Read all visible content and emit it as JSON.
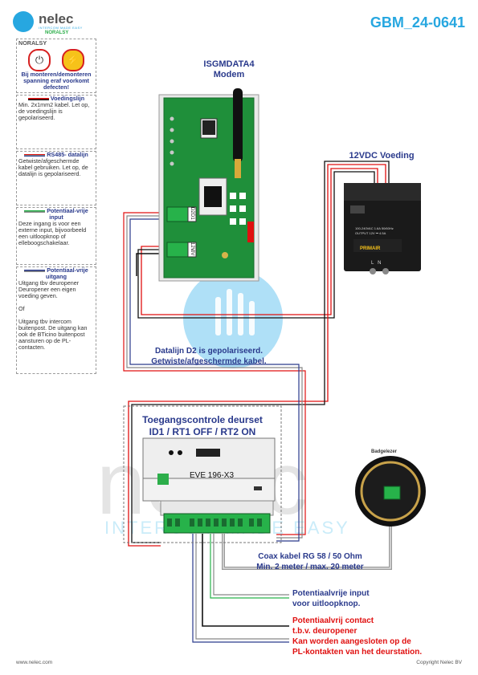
{
  "header": {
    "brand_name": "nelec",
    "brand_tagline": "INTERCOM MADE EASY",
    "brand_sub": "NORALSY",
    "doc_number": "GBM_24-0641"
  },
  "warning": {
    "title": "NORALSY",
    "text": "Bij monteren/demonteren spanning eraf voorkomt defecten!"
  },
  "legend": [
    {
      "heading": "Voedingslijn",
      "text": "Min. 2x1mm2 kabel. Let op, de voedingslijn is gepolariseerd."
    },
    {
      "heading": "RS485- datalijn",
      "text": "Getwiste/afgeschermde kabel gebruiken. Let op, de datalijn is gepolariseerd."
    },
    {
      "heading": "Potentiaal-vrije input",
      "text": "Deze ingang is voor een externe input, bijvoorbeeld een uitloopknop of elleboogschakelaar."
    },
    {
      "heading": "Potentiaal-vrije uitgang",
      "text": "Uitgang tbv deuropener Deuropener een eigen voeding geven.\n\nOf\n\nUitgang tbv intercom buitenpost. De uitgang kan ook de BTicino buitenpost aansturen op de PL-contacten."
    }
  ],
  "modem": {
    "title": "ISGMDATA4",
    "subtitle": "Modem",
    "terminal_top": [
      "D2",
      "D1"
    ],
    "terminal_bottom": [
      "12V",
      "0V"
    ]
  },
  "psu": {
    "title": "12VDC Voeding",
    "label_primair": "PRIMAIR",
    "spec_line1": "100-240VAC  1.6A  50/60Hz",
    "spec_line2": "OUTPUT       12V ⎓ 4.5A",
    "terminals": "L   N"
  },
  "dataline_note": {
    "line1": "Datalijn D2 is gepolariseerd.",
    "line2": "Getwiste/afgeschermde kabel."
  },
  "controller": {
    "title_line1": "Toegangscontrole deurset",
    "title_line2": "ID1 / RT1 OFF / RT2 ON",
    "model": "EVE 196-X3"
  },
  "reader": {
    "label": "Badgelezer"
  },
  "coax_note": {
    "line1": "Coax kabel RG 58  /  50 Ohm",
    "line2": "Min. 2 meter / max. 20 meter"
  },
  "input_note": {
    "line1": "Potentiaalvrije input",
    "line2": "voor uitloopknop."
  },
  "contact_note": {
    "line1": "Potentiaalvrij contact",
    "line2": "t.b.v. deuropener",
    "line3": "Kan worden aangesloten  op de",
    "line4": "PL-kontakten van het deurstation."
  },
  "footer": {
    "left": "www.nelec.com",
    "right": "Copyright Nelec BV"
  },
  "colors": {
    "brand_blue": "#27a7e0",
    "title_navy": "#2a3a8c",
    "red": "#e01010",
    "pcb_green": "#1f8f3a",
    "terminal_green": "#27b24a",
    "watermark_grey": "#e6e6e6"
  }
}
